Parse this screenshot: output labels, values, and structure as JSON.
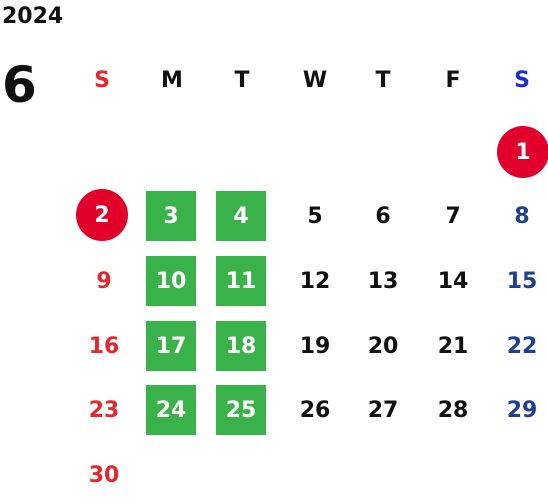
{
  "calendar": {
    "year": "2024",
    "month": "6",
    "weekdays": [
      "S",
      "M",
      "T",
      "W",
      "T",
      "F",
      "S"
    ],
    "colors": {
      "sunday": "#e0282e",
      "saturday": "#1f3f93",
      "highlight_green": "#39b24a",
      "holiday_circle": "#e0002a"
    },
    "days": {
      "d1": "1",
      "d2": "2",
      "d3": "3",
      "d4": "4",
      "d5": "5",
      "d6": "6",
      "d7": "7",
      "d8": "8",
      "d9": "9",
      "d10": "10",
      "d11": "11",
      "d12": "12",
      "d13": "13",
      "d14": "14",
      "d15": "15",
      "d16": "16",
      "d17": "17",
      "d18": "18",
      "d19": "19",
      "d20": "20",
      "d21": "21",
      "d22": "22",
      "d23": "23",
      "d24": "24",
      "d25": "25",
      "d26": "26",
      "d27": "27",
      "d28": "28",
      "d29": "29",
      "d30": "30"
    }
  }
}
